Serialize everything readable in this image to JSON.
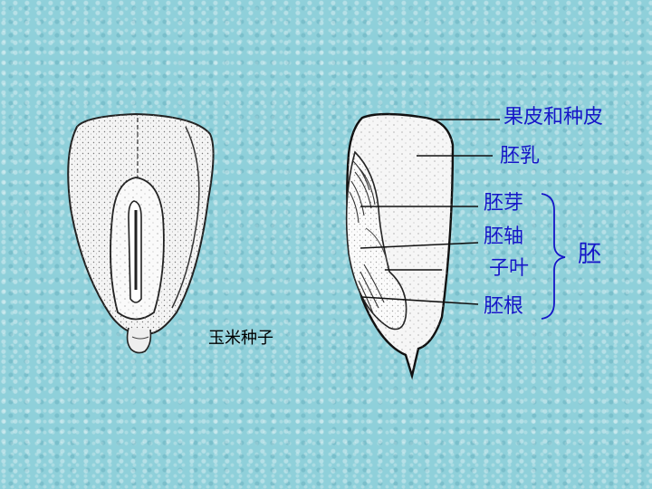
{
  "figure": {
    "caption": "玉米种子",
    "labels": {
      "pericarp_seedcoat": "果皮和种皮",
      "endosperm": "胚乳",
      "plumule": "胚芽",
      "hypocotyl": "胚轴",
      "cotyledon": "子叶",
      "radicle": "胚根",
      "embryo": "胚"
    }
  }
}
